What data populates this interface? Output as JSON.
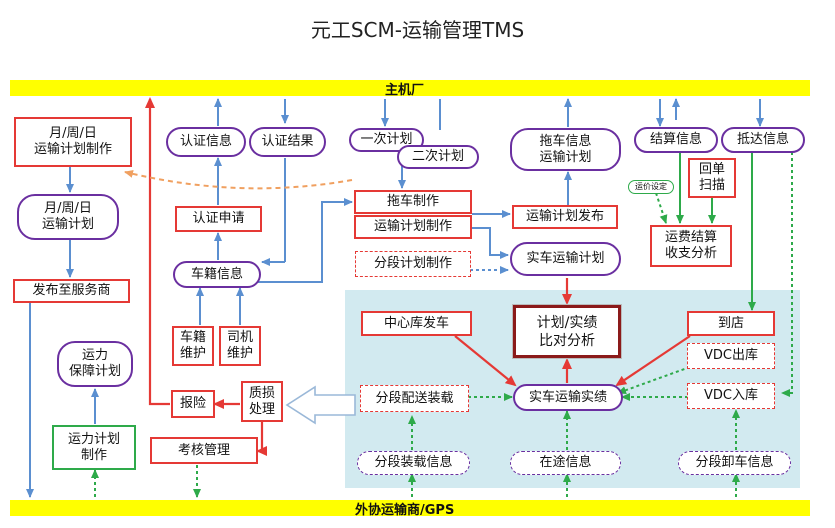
{
  "title": "元工SCM-运输管理TMS",
  "bands": {
    "top": "主机厂",
    "bottom": "外协运输商/GPS"
  },
  "colors": {
    "band_yellow": "#ffff00",
    "panel_blue": "#d2eaf0",
    "arrow_blue": "#5b8fd0",
    "arrow_red": "#e53935",
    "arrow_green": "#2eaa4a",
    "arrow_orange": "#f0a060",
    "border_purple": "#6a2fa0"
  },
  "nodes": {
    "monthly_plan_make": "月/周/日\n运输计划制作",
    "monthly_plan": "月/周/日\n运输计划",
    "publish_to_provider": "发布至服务商",
    "capacity_guarantee": "运力\n保障计划",
    "capacity_plan_make": "运力计划\n制作",
    "cert_info": "认证信息",
    "cert_result": "认证结果",
    "cert_apply": "认证申请",
    "vehicle_info": "车籍信息",
    "vehicle_maint": "车籍\n维护",
    "driver_maint": "司机\n维护",
    "insurance": "报险",
    "quality_handle": "质损\n处理",
    "assessment": "考核管理",
    "first_plan": "一次计划",
    "second_plan": "二次计划",
    "tow_make": "拖车制作",
    "transport_plan_make": "运输计划制作",
    "segment_plan_make": "分段计划制作",
    "tow_info_plan": "拖车信息\n运输计划",
    "transport_plan_publish": "运输计划发布",
    "actual_plan": "实车运输计划",
    "settle_info": "结算信息",
    "arrival_info": "抵达信息",
    "receipt_scan": "回单\n扫描",
    "freight_setting": "运价设定",
    "freight_settle": "运费结算\n收支分析",
    "center_dispatch": "中心库发车",
    "plan_vs_actual": "计划/实绩\n比对分析",
    "arrive_store": "到店",
    "vdc_out": "VDC出库",
    "segment_loading": "分段配送装载",
    "actual_performance": "实车运输实绩",
    "vdc_in": "VDC入库",
    "segment_load_info": "分段装载信息",
    "in_transit_info": "在途信息",
    "segment_unload_info": "分段卸车信息"
  }
}
